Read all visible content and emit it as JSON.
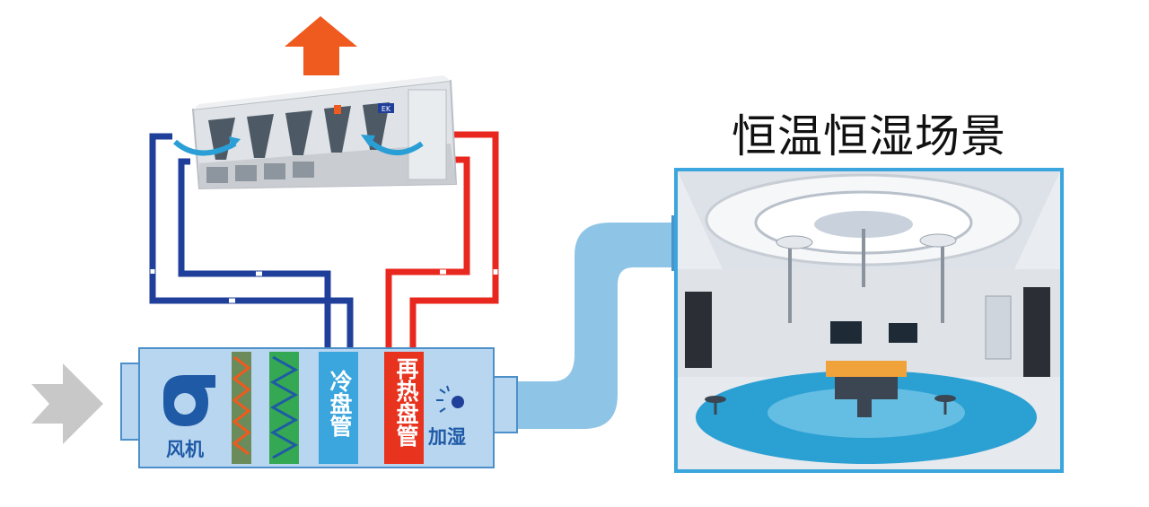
{
  "title": "恒温恒湿场景",
  "ahu": {
    "fan_label": "风机",
    "cooling_coil_label": "冷盘管",
    "reheat_coil_label": "再热盘管",
    "humidifier_label": "加湿"
  },
  "chiller": {
    "badge_text": "EK"
  },
  "colors": {
    "supply_blue": "#1f3f9a",
    "return_red": "#e8281e",
    "ahu_body": "#b8d6f0",
    "duct": "#8ec5e6",
    "cooling_coil": "#3aa6dd",
    "reheat_coil": "#e8331f",
    "exhaust_arrow": "#ef5a1e",
    "intake_arrow": "#c8c8c8"
  }
}
